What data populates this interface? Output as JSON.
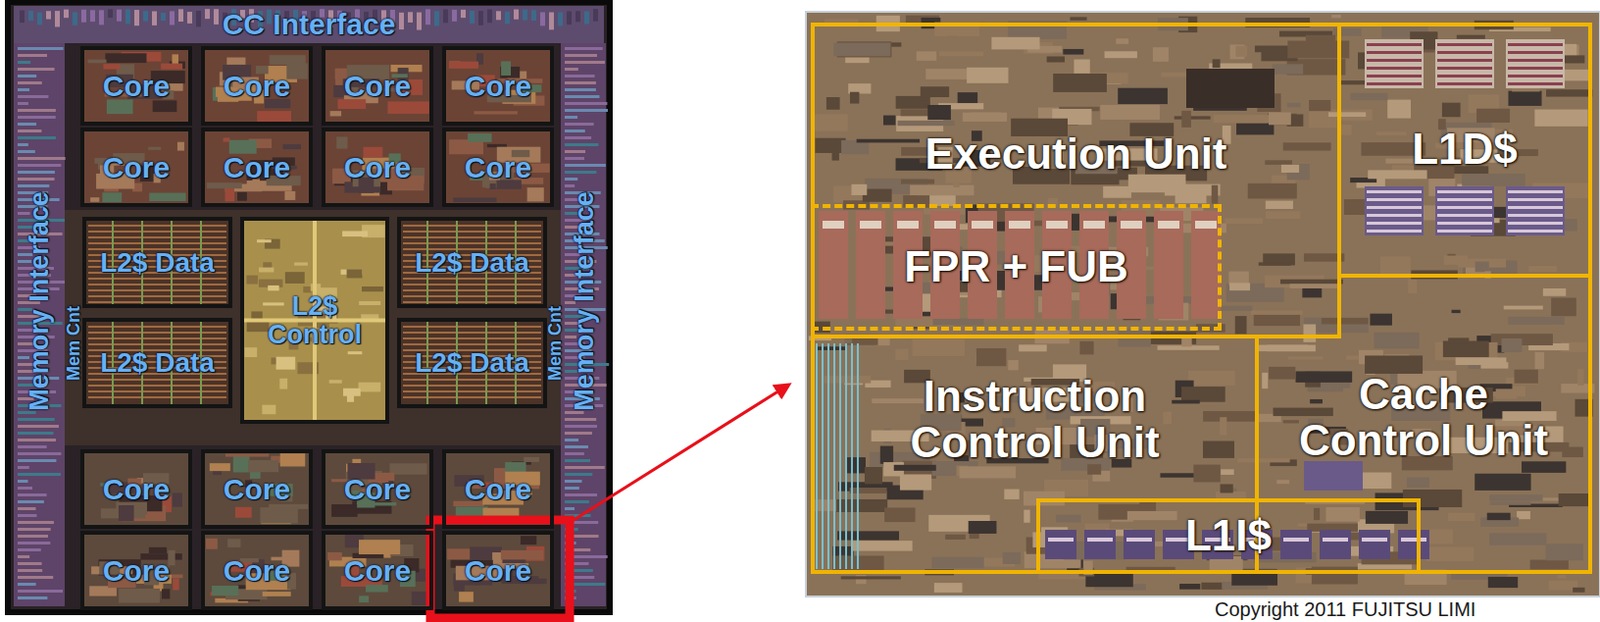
{
  "diagram": {
    "nodes": [
      {
        "text": [
          "Core"
        ]
      },
      {
        "text": [
          "Core"
        ]
      },
      {
        "text": [
          "Core"
        ]
      },
      {
        "text": [
          "Core"
        ]
      },
      {
        "text": [
          "Core"
        ]
      },
      {
        "text": [
          "Core"
        ]
      },
      {
        "text": [
          "Core"
        ]
      },
      {
        "text": [
          "Core"
        ]
      },
      {
        "text": [
          "L2$ Data"
        ]
      },
      {
        "text": [
          "L2$ Control"
        ]
      },
      {
        "text": [
          "L2$ Data"
        ]
      },
      {
        "text": [
          "L2$ Data"
        ]
      },
      {
        "text": [
          "L2$ Data"
        ]
      },
      {
        "text": [
          "Core"
        ]
      },
      {
        "text": [
          "Core"
        ]
      },
      {
        "text": [
          "Core"
        ]
      },
      {
        "text": [
          "Core"
        ]
      },
      {
        "text": [
          "Core"
        ]
      },
      {
        "text": [
          "Core"
        ]
      },
      {
        "text": [
          "Core"
        ]
      },
      {
        "text": [
          "Core"
        ]
      },
      {
        "text": [
          "Execution Unit"
        ]
      },
      {
        "text": [
          "FPR + FUB"
        ],
        "in": 21
      },
      {
        "text": [
          "L1D$"
        ]
      },
      {
        "text": [
          "Instruction Control Unit"
        ]
      },
      {
        "text": [
          "Cache Control Unit"
        ]
      },
      {
        "text": [
          "L1I$"
        ]
      }
    ],
    "labels": [
      "CC Interface",
      "Memory Interface",
      "Mem Cnt",
      "Mem Cnt",
      "Memory Interface",
      "Copyright 2011 FUJITSU LIMI"
    ]
  }
}
